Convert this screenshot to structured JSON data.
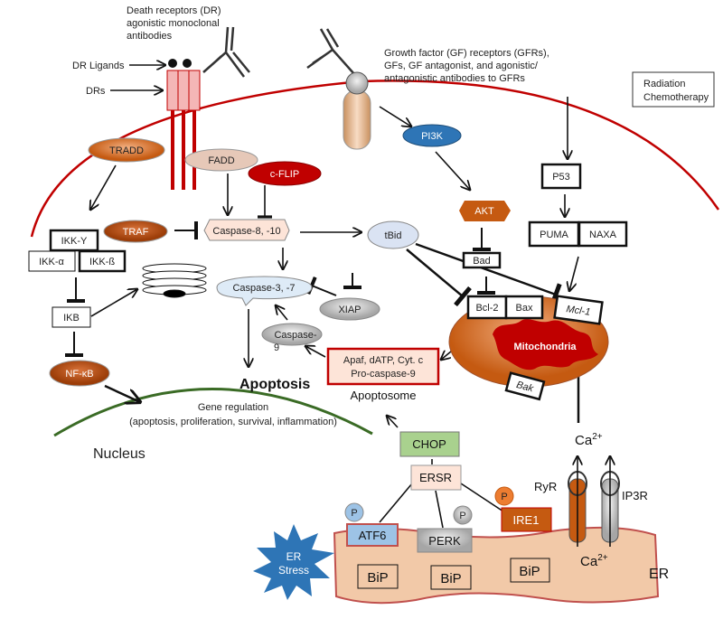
{
  "labels": {
    "dr_title": [
      "Death receptors (DR)",
      "agonistic monoclonal",
      "antibodies"
    ],
    "dr_ligands": "DR Ligands",
    "drs": "DRs",
    "gfr_title": [
      "Growth factor (GF) receptors (GFRs),",
      "GFs, GF antagonist, and agonistic/",
      "antagonistic antibodies to GFRs"
    ],
    "radiation": [
      "Radiation",
      "Chemotherapy"
    ],
    "nucleus": "Nucleus",
    "gene_regulation": [
      "Gene regulation",
      "(apoptosis, proliferation, survival, inflammation)"
    ],
    "apoptosis": "Apoptosis",
    "apoptosome": "Apoptosome",
    "ca_top": "Ca",
    "ca_bottom": "Ca",
    "ca_sup": "2+",
    "er": "ER",
    "ryr": "RyR",
    "ip3r": "IP3R",
    "er_stress": [
      "ER",
      "Stress"
    ]
  },
  "nodes": {
    "tradd": "TRADD",
    "fadd": "FADD",
    "cflip": "c-FLIP",
    "traf": "TRAF",
    "casp810": "Caspase-8, -10",
    "ikky": "IKK-Y",
    "ikka": "IKK-α",
    "ikkb": "IKK-ß",
    "ikb": "IKB",
    "nfkb": "NF-κB",
    "casp37": "Caspase-3, -7",
    "xiap": "XIAP",
    "casp9a": "Caspase-",
    "casp9b": "9",
    "apaf": [
      "Apaf, dATP, Cyt. c",
      "Pro-caspase-9"
    ],
    "pi3k": "PI3K",
    "akt": "AKT",
    "bad": "Bad",
    "bcl2": "Bcl-2",
    "bax": "Bax",
    "mcl1": "Mcl-1",
    "bak": "Bak",
    "tbid": "tBid",
    "mito": "Mitochondria",
    "p53": "P53",
    "puma": "PUMA",
    "naxa": "NAXA",
    "chop": "CHOP",
    "ersr": "ERSR",
    "atf6": "ATF6",
    "perk": "PERK",
    "ire1": "IRE1",
    "p": "P",
    "bip": "BiP"
  },
  "colors": {
    "membrane": "#c00000",
    "nucleus": "#3a6b25",
    "er": "#f2c9a8",
    "chop": "#a9d18e",
    "pi3k": "#2e75b6",
    "brown": "#c55a11"
  }
}
